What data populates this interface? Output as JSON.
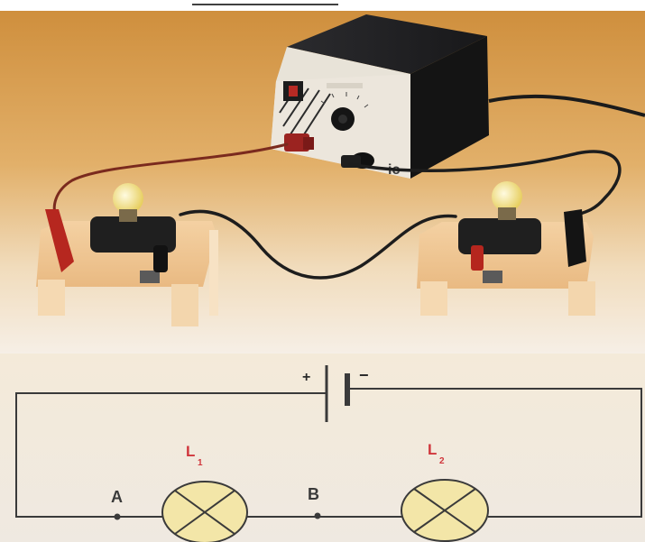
{
  "circuit": {
    "battery": {
      "positive": "+",
      "negative": "−"
    },
    "nodes": [
      "A",
      "B"
    ],
    "lamps": [
      {
        "letter": "L",
        "index": "1"
      },
      {
        "letter": "L",
        "index": "2"
      }
    ]
  },
  "power_supply": {
    "brand_text": "ic"
  },
  "colors": {
    "photo_background": "#d59a4e",
    "lamp_fill": "#f3e6a8",
    "lamp_label": "#d0363c",
    "wire": "#2d2d2d"
  }
}
